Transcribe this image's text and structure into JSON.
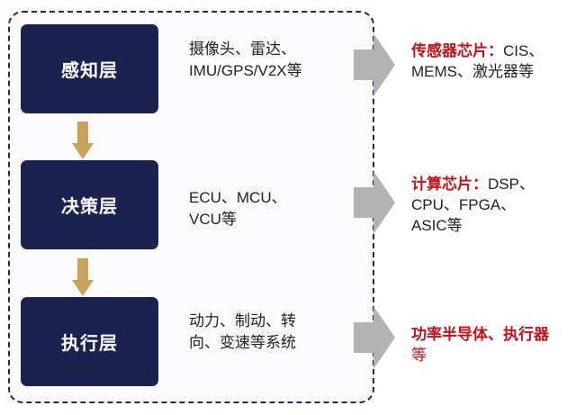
{
  "colors": {
    "layer_box": "#1b2250",
    "down_arrow": "#c9a35c",
    "right_arrow": "#b3b3b3",
    "frame_border": "#1e2a55",
    "highlight": "#c0121b"
  },
  "layers": [
    {
      "name": "感知层",
      "desc": [
        "摄像头、雷达、",
        "IMU/GPS/V2X等"
      ],
      "chip_title": "传感器芯片：",
      "chip_rest": "CIS、",
      "chip_line2": "MEMS、激光器等"
    },
    {
      "name": "决策层",
      "desc": [
        "ECU、MCU、",
        "VCU等"
      ],
      "chip_title": "计算芯片：",
      "chip_rest": "DSP、",
      "chip_line2": "CPU、FPGA、",
      "chip_line3": "ASIC等"
    },
    {
      "name": "执行层",
      "desc": [
        "动力、制动、转",
        "向、变速等系统"
      ],
      "chip_title": "功率半导体、执行器",
      "chip_line2": "等"
    }
  ]
}
